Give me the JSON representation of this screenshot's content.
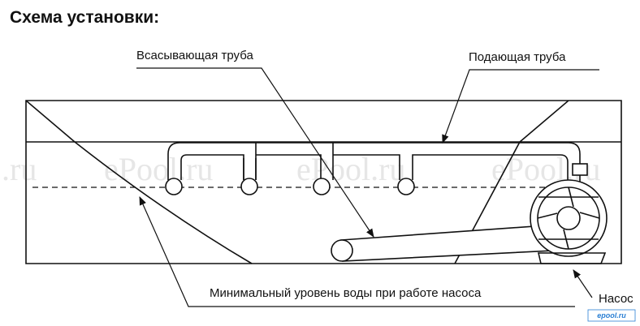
{
  "title": "Схема установки:",
  "labels": {
    "suction_pipe": "Всасывающая труба",
    "supply_pipe": "Подающая труба",
    "min_water_level": "Минимальный уровень воды при работе насоса",
    "pump": "Насос"
  },
  "watermark": {
    "text": "ePool.ru",
    "edge_text": ".ru",
    "color": "#e6e6e6"
  },
  "logo": {
    "text": "epool.ru",
    "color": "#2a7fd4"
  },
  "colors": {
    "line": "#111111",
    "background": "#ffffff"
  }
}
